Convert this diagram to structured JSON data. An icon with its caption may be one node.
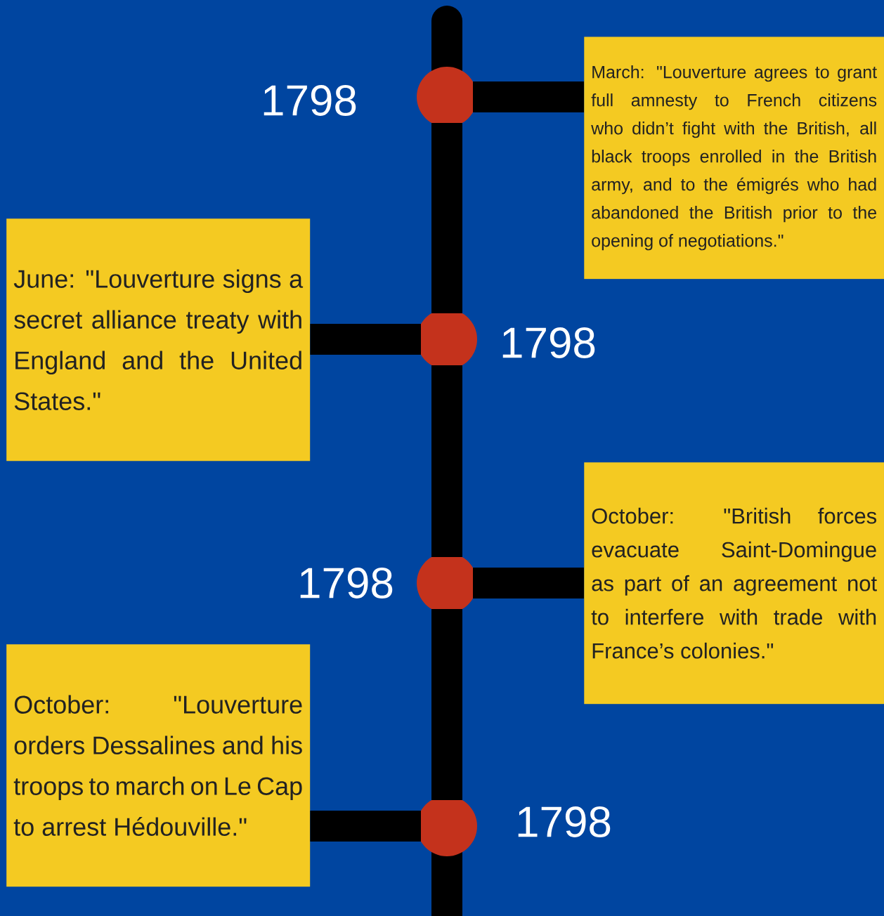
{
  "diagram": {
    "nodes": [
      {
        "text": [],
        "shape": "circle",
        "beside": [
          "1798"
        ]
      },
      {
        "text": [
          "March: \"Louverture agrees to grant full amnesty to French citizens who didn’t fight with the British, all black troops enrolled in the British army, and to the émigrés who had abandoned the British prior to the opening of negotiations.\""
        ]
      },
      {
        "text": [
          "June: \"Louverture signs a secret alliance treaty with England and the United States.\""
        ]
      },
      {
        "text": [],
        "shape": "circle",
        "beside": [
          "1798"
        ]
      },
      {
        "text": [],
        "shape": "circle",
        "beside": [
          "1798"
        ]
      },
      {
        "text": [
          "October: \"British forces evacuate Saint-Domingue as part of an agreement not to interfere with trade with France’s colonies.\""
        ]
      },
      {
        "text": [
          "October: \"Louverture orders Dessalines and his troops to march on Le Cap to arrest Hédouville.\""
        ]
      },
      {
        "text": [],
        "shape": "circle",
        "beside": [
          "1798"
        ]
      }
    ],
    "edges": [
      {
        "from": 0,
        "to": 1,
        "arrow": "none"
      },
      {
        "from": 3,
        "to": 2,
        "arrow": "none"
      },
      {
        "from": 4,
        "to": 5,
        "arrow": "none"
      },
      {
        "from": 7,
        "to": 6,
        "arrow": "none"
      },
      {
        "from": 0,
        "to": 3,
        "arrow": "none"
      },
      {
        "from": 3,
        "to": 4,
        "arrow": "none"
      },
      {
        "from": 4,
        "to": 7,
        "arrow": "none"
      }
    ]
  }
}
